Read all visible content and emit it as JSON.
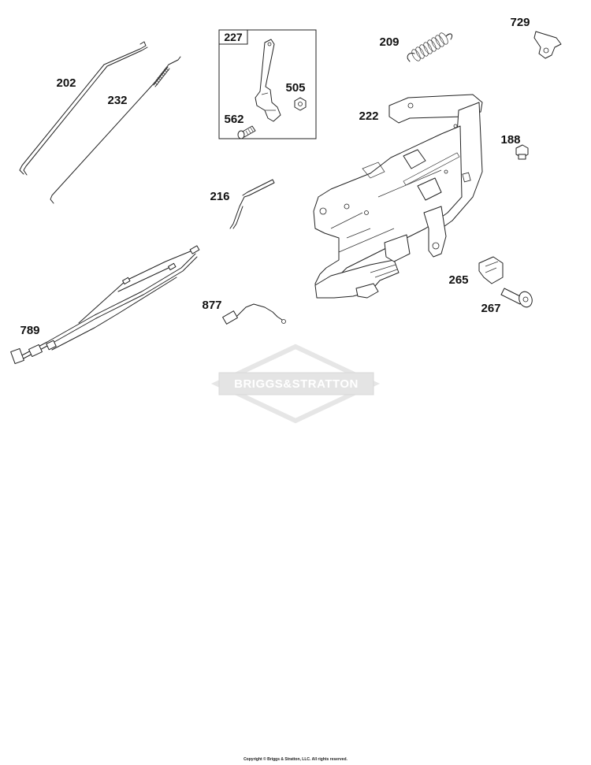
{
  "diagram": {
    "parts": [
      {
        "id": "202",
        "label": "202"
      },
      {
        "id": "232",
        "label": "232"
      },
      {
        "id": "227",
        "label": "227"
      },
      {
        "id": "505",
        "label": "505"
      },
      {
        "id": "562",
        "label": "562"
      },
      {
        "id": "209",
        "label": "209"
      },
      {
        "id": "729",
        "label": "729"
      },
      {
        "id": "222",
        "label": "222"
      },
      {
        "id": "188",
        "label": "188"
      },
      {
        "id": "216",
        "label": "216"
      },
      {
        "id": "789",
        "label": "789"
      },
      {
        "id": "877",
        "label": "877"
      },
      {
        "id": "265",
        "label": "265"
      },
      {
        "id": "267",
        "label": "267"
      }
    ],
    "watermark": "BRIGGS&STRATTON",
    "copyright": "Copyright © Briggs & Stratton, LLC. All rights reserved.",
    "colors": {
      "ink": "#222222",
      "watermark": "#e4e4e4"
    }
  }
}
